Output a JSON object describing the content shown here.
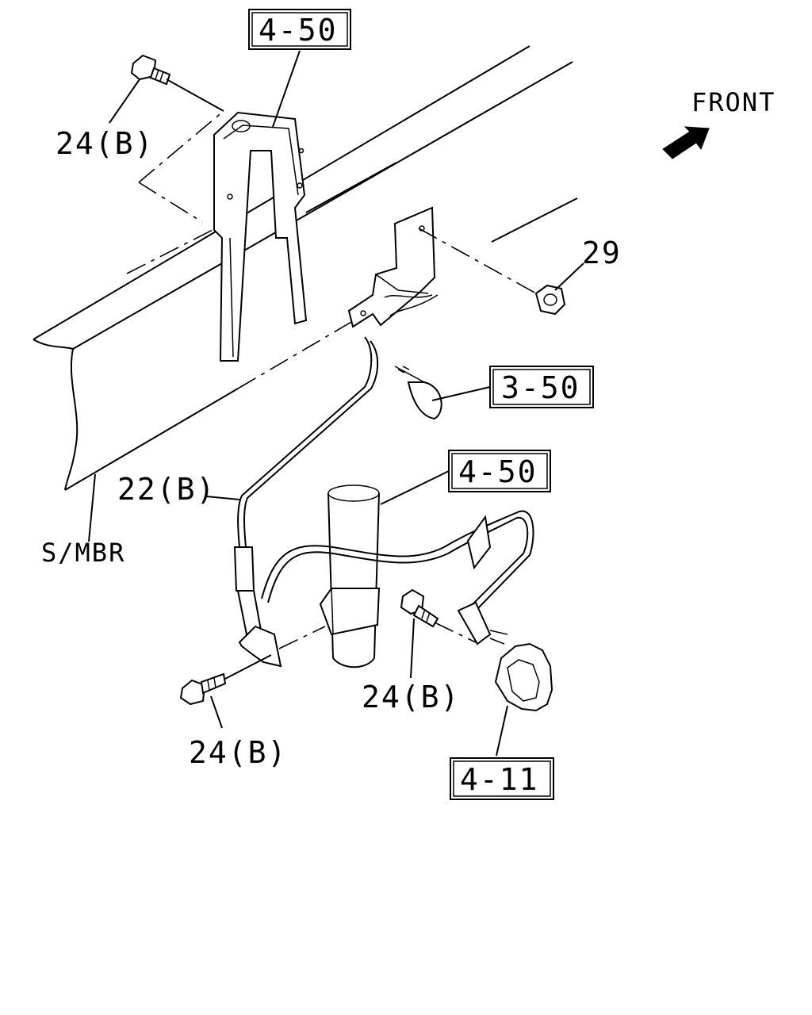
{
  "callouts": {
    "ref_top": "4-50",
    "ref_clip": "3-50",
    "ref_mid": "4-50",
    "ref_ring": "4-11"
  },
  "labels": {
    "bolt_top": "24(B)",
    "nut": "29",
    "hose": "22(B)",
    "bolt_right": "24(B)",
    "bolt_bottom": "24(B)",
    "side_member": "S/MBR",
    "front": "FRONT"
  },
  "icons": {
    "front_arrow": "front-arrow-icon"
  }
}
